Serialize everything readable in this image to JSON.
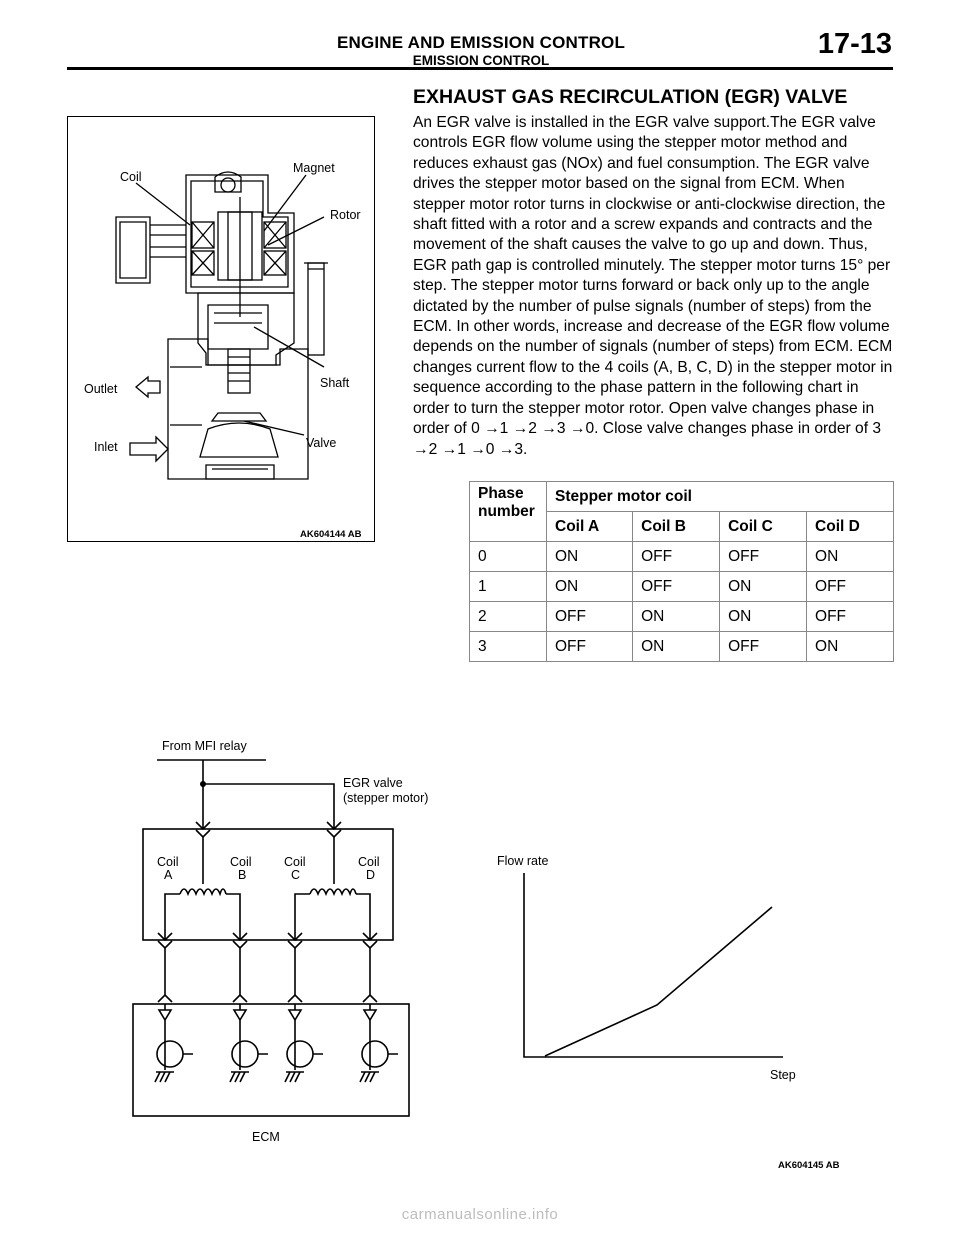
{
  "header": {
    "main_title": "ENGINE AND EMISSION CONTROL",
    "sub_title": "EMISSION CONTROL",
    "page_number": "17-13"
  },
  "section": {
    "title": "EXHAUST GAS RECIRCULATION (EGR) VALVE",
    "body": "An EGR valve is installed in the EGR valve support.The EGR valve controls EGR flow volume using the stepper motor method and reduces exhaust gas (NOx) and fuel consumption. The EGR valve drives the stepper motor based on the signal from ECM. When stepper motor rotor turns in clockwise or anti-clockwise direction, the shaft fitted with a rotor and a screw expands and contracts and the movement of the shaft causes the valve to go up and down. Thus, EGR path gap is controlled minutely. The stepper motor turns 15° per step. The stepper motor turns forward or back only up to the angle dictated by the number of pulse signals (number of steps) from the ECM. In other words, increase and decrease of the EGR flow volume depends on the number of signals (number of steps) from ECM. ECM changes current flow to the 4 coils (A, B, C, D) in the stepper motor in sequence according to the phase pattern in the following chart in order to turn the stepper motor rotor. Open valve changes phase in order of 0 →1 →2 →3 →0. Close valve changes phase in order of 3 →2 →1 →0 →3."
  },
  "figure1": {
    "id": "AK604144 AB",
    "labels": {
      "coil": "Coil",
      "magnet": "Magnet",
      "rotor": "Rotor",
      "outlet": "Outlet",
      "shaft": "Shaft",
      "inlet": "Inlet",
      "valve": "Valve"
    }
  },
  "table": {
    "phase_header": "Phase number",
    "group_header": "Stepper motor coil",
    "coil_headers": [
      "Coil A",
      "Coil B",
      "Coil C",
      "Coil D"
    ],
    "rows": [
      [
        "0",
        "ON",
        "OFF",
        "OFF",
        "ON"
      ],
      [
        "1",
        "ON",
        "OFF",
        "ON",
        "OFF"
      ],
      [
        "2",
        "OFF",
        "ON",
        "ON",
        "OFF"
      ],
      [
        "3",
        "OFF",
        "ON",
        "OFF",
        "ON"
      ]
    ]
  },
  "figure2": {
    "id": "AK604145 AB",
    "from_relay": "From MFI relay",
    "egr_valve_line1": "EGR valve",
    "egr_valve_line2": "(stepper motor)",
    "coils": [
      {
        "word": "Coil",
        "letter": "A"
      },
      {
        "word": "Coil",
        "letter": "B"
      },
      {
        "word": "Coil",
        "letter": "C"
      },
      {
        "word": "Coil",
        "letter": "D"
      }
    ],
    "ecm": "ECM",
    "graph_y_label": "Flow rate",
    "graph_x_label": "Step"
  },
  "watermark": "carmanualsonline.info"
}
